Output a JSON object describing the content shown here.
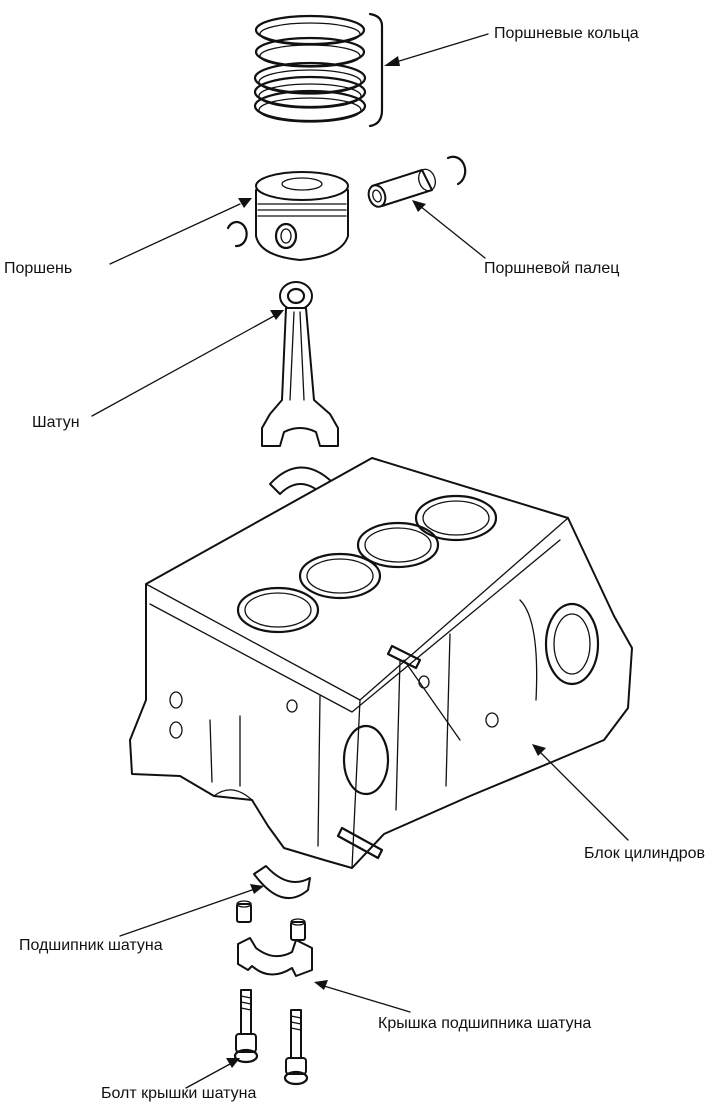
{
  "labels": {
    "piston_rings": "Поршневые кольца",
    "piston": "Поршень",
    "piston_pin": "Поршневой палец",
    "connecting_rod": "Шатун",
    "cylinder_block": "Блок цилиндров",
    "rod_bearing": "Подшипник шатуна",
    "rod_bearing_cap": "Крышка подшипника шатуна",
    "rod_cap_bolt": "Болт крышки шатуна"
  },
  "colors": {
    "ink": "#111111",
    "paper": "#ffffff"
  }
}
